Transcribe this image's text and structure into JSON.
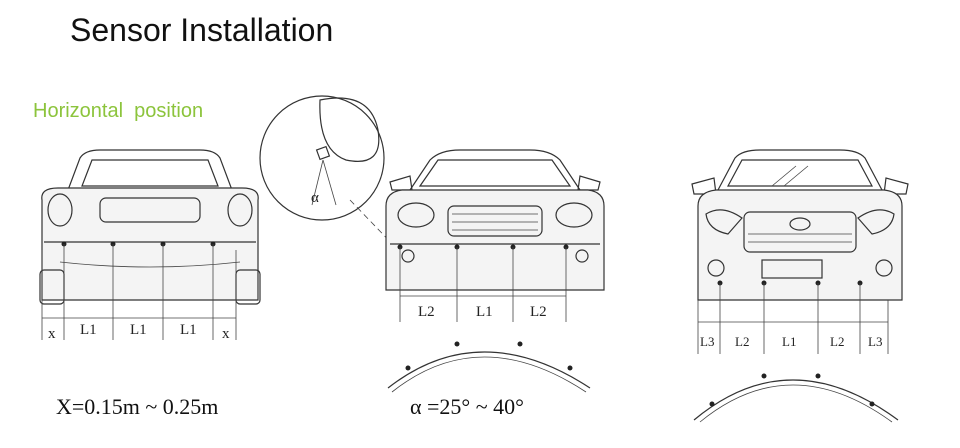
{
  "title": "Sensor Installation",
  "subtitle": "Horizontal  position",
  "colors": {
    "subtitle": "#8cc43c",
    "lines": "#333333"
  },
  "left_car": {
    "labels": [
      "x",
      "L1",
      "L1",
      "L1",
      "x"
    ],
    "formula": "X=0.15m ~ 0.25m"
  },
  "middle_car": {
    "labels": [
      "L2",
      "L1",
      "L2"
    ],
    "angle_symbol": "α",
    "formula": "α =25° ~ 40°"
  },
  "right_car": {
    "labels": [
      "L3",
      "L2",
      "L1",
      "L2",
      "L3"
    ]
  }
}
